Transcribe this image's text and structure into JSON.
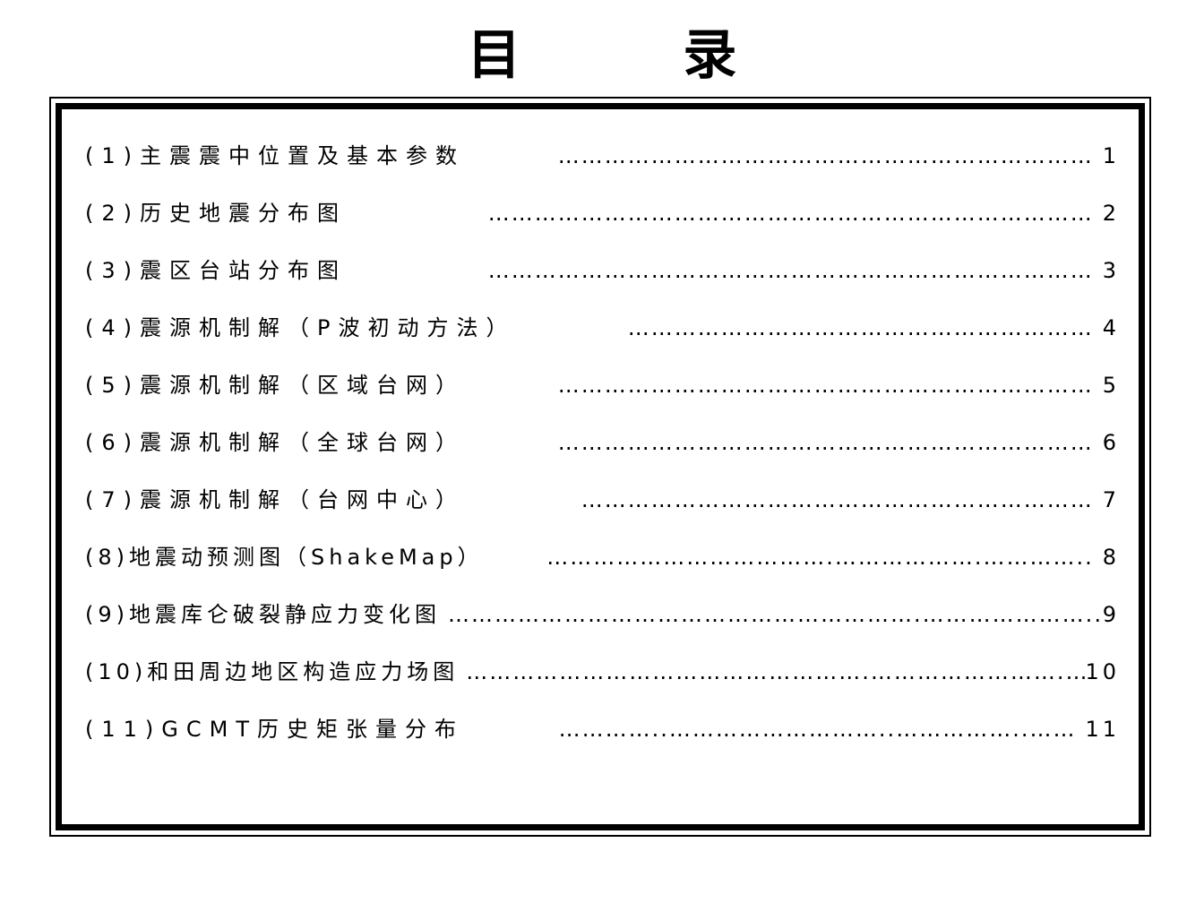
{
  "document": {
    "title": "目 录",
    "entries": [
      {
        "label": "(1)主震震中位置及基本参数",
        "leader": "……………………………………………………………",
        "page": "1",
        "tight": false
      },
      {
        "label": "(2)历史地震分布图",
        "leader": "……………………………………………………………………",
        "page": "2",
        "tight": false
      },
      {
        "label": "(3)震区台站分布图",
        "leader": "……………………………………………………………………",
        "page": "3",
        "tight": false
      },
      {
        "label": "(4)震源机制解（P波初动方法）",
        "leader": "……………………………………………………",
        "page": "4",
        "tight": false
      },
      {
        "label": "(5)震源机制解（区域台网）",
        "leader": "……………………………………………………………",
        "page": "5",
        "tight": false
      },
      {
        "label": "(6)震源机制解（全球台网）",
        "leader": "……………………………………………………………",
        "page": "6",
        "tight": false
      },
      {
        "label": "(7)震源机制解（台网中心）",
        "leader": "…………………………………………………………",
        "page": "7",
        "tight": false
      },
      {
        "label": "(8)地震动预测图（ShakeMap）",
        "leader": "……………………………….……………….…………..",
        "page": "8",
        "tight": true
      },
      {
        "label": "(9)地震库仑破裂静应力变化图",
        "leader": "…………………………………………………….………………….……………..",
        "page": "9",
        "tight": true
      },
      {
        "label": "(10)和田周边地区构造应力场图",
        "leader": "…………………………………………….…………………….………….",
        "page": "10",
        "tight": true
      },
      {
        "label": "(11)GCMT历史矩张量分布",
        "leader": "…………..………………………..……………..……",
        "page": "11",
        "tight": false
      }
    ]
  }
}
